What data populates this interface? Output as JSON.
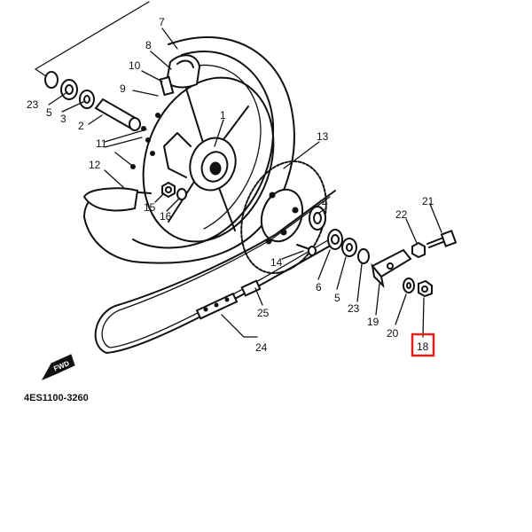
{
  "diagram": {
    "catalog_code": "4ES1100-3260",
    "fwd_label": "FWD",
    "highlight_color": "#e0201c",
    "highlighted_part": "18",
    "callouts": [
      {
        "num": "1"
      },
      {
        "num": "2"
      },
      {
        "num": "3"
      },
      {
        "num": "4"
      },
      {
        "num": "5"
      },
      {
        "num": "5"
      },
      {
        "num": "6"
      },
      {
        "num": "7"
      },
      {
        "num": "8"
      },
      {
        "num": "9"
      },
      {
        "num": "10"
      },
      {
        "num": "11"
      },
      {
        "num": "12"
      },
      {
        "num": "13"
      },
      {
        "num": "14"
      },
      {
        "num": "15"
      },
      {
        "num": "16"
      },
      {
        "num": "18"
      },
      {
        "num": "19"
      },
      {
        "num": "20"
      },
      {
        "num": "21"
      },
      {
        "num": "22"
      },
      {
        "num": "23"
      },
      {
        "num": "23"
      },
      {
        "num": "24"
      },
      {
        "num": "25"
      }
    ]
  }
}
